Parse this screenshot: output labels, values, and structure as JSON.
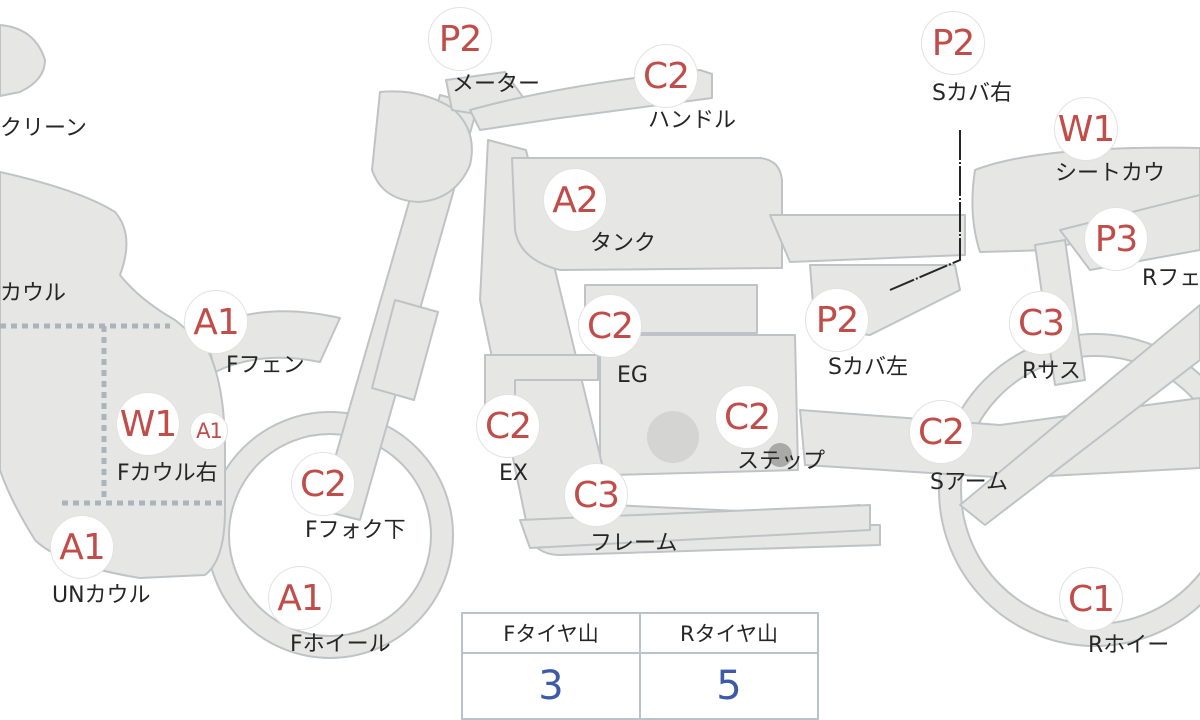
{
  "colors": {
    "part_fill": "#e6e6e4",
    "part_stroke": "#bfc3c6",
    "badge_text": "#c14d4a",
    "value_text": "#3b5aa8",
    "dashed": "#a9b4bd"
  },
  "badges": {
    "screen": "",
    "meter": "P2",
    "handle": "C2",
    "scover_right": "P2",
    "seat_cowl": "W1",
    "tank": "A2",
    "rear_fender": "P3",
    "front_fender": "A1",
    "engine": "C2",
    "scover_left": "P2",
    "rear_sus": "C3",
    "fcowl_right_a": "W1",
    "fcowl_right_b": "A1",
    "exhaust": "C2",
    "step": "C2",
    "swing_arm": "C2",
    "ffork_lower": "C2",
    "frame": "C3",
    "under_cowl": "A1",
    "front_wheel": "A1",
    "rear_wheel": "C1"
  },
  "labels": {
    "screen": "クリーン",
    "cowl": "カウル",
    "meter": "メーター",
    "handle": "ハンドル",
    "scover_right": "Sカバ右",
    "seat_cowl": "シートカウ",
    "tank": "タンク",
    "rear_fender": "Rフェ",
    "front_fender": "Fフェン",
    "engine": "EG",
    "scover_left": "Sカバ左",
    "rear_sus": "Rサス",
    "fcowl_right": "Fカウル右",
    "exhaust": "EX",
    "step": "ステップ",
    "swing_arm": "Sアーム",
    "ffork_lower": "Fフォク下",
    "frame": "フレーム",
    "under_cowl": "UNカウル",
    "front_wheel": "Fホイール",
    "rear_wheel": "Rホイー"
  },
  "tire_table": {
    "front_header": "Fタイヤ山",
    "rear_header": "Rタイヤ山",
    "front_value": "3",
    "rear_value": "5"
  }
}
